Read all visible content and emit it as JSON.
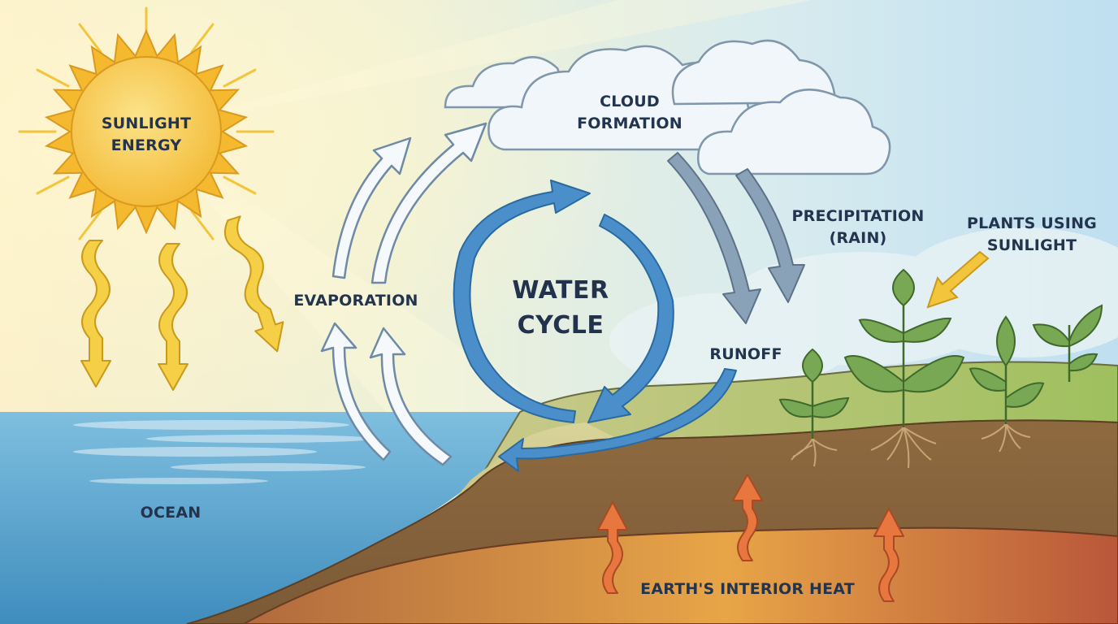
{
  "diagram": {
    "title": [
      "WATER",
      "CYCLE"
    ],
    "labels": {
      "sunlight": [
        "SUNLIGHT",
        "ENERGY"
      ],
      "cloud": [
        "CLOUD",
        "FORMATION"
      ],
      "evaporation": "EVAPORATION",
      "precipitation": [
        "PRECIPITATION",
        "(RAIN)"
      ],
      "plants": [
        "PLANTS USING",
        "SUNLIGHT"
      ],
      "runoff": "RUNOFF",
      "ocean": "OCEAN",
      "interior_heat": "EARTH'S INTERIOR HEAT"
    },
    "colors": {
      "sun": "#f6c343",
      "ray": "#f2c53d",
      "ocean": "#5aa5cd",
      "cycle_arrow": "#4a8fc9",
      "rain_arrow": "#7d96ad",
      "heat_arrow": "#e36a36",
      "plant": "#6ea04a"
    }
  }
}
